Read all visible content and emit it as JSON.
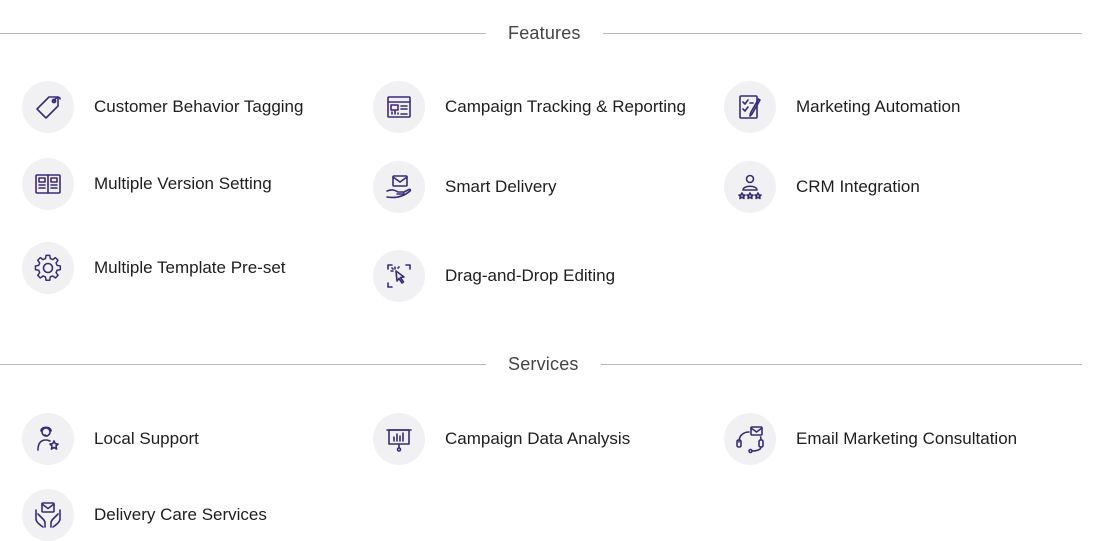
{
  "features": {
    "title": "Features",
    "items": [
      {
        "label": "Customer Behavior Tagging",
        "icon": "tag-icon"
      },
      {
        "label": "Campaign Tracking & Reporting",
        "icon": "report-icon"
      },
      {
        "label": "Marketing Automation",
        "icon": "checklist-icon"
      },
      {
        "label": "Multiple Version Setting",
        "icon": "versions-icon"
      },
      {
        "label": "Smart Delivery",
        "icon": "hand-envelope-icon"
      },
      {
        "label": "CRM Integration",
        "icon": "user-stars-icon"
      },
      {
        "label": "Multiple Template Pre-set",
        "icon": "gear-icon"
      },
      {
        "label": "Drag-and-Drop Editing",
        "icon": "cursor-click-icon"
      }
    ]
  },
  "services": {
    "title": "Services",
    "items": [
      {
        "label": "Local Support",
        "icon": "support-person-icon"
      },
      {
        "label": "Campaign Data Analysis",
        "icon": "presentation-chart-icon"
      },
      {
        "label": "Email Marketing Consultation",
        "icon": "headset-mail-icon"
      },
      {
        "label": "Delivery Care Services",
        "icon": "hands-envelope-icon"
      }
    ]
  },
  "colors": {
    "icon_stroke": "#3a2a7a",
    "icon_bg": "#f1f1f3",
    "divider": "#b8b8b8"
  }
}
